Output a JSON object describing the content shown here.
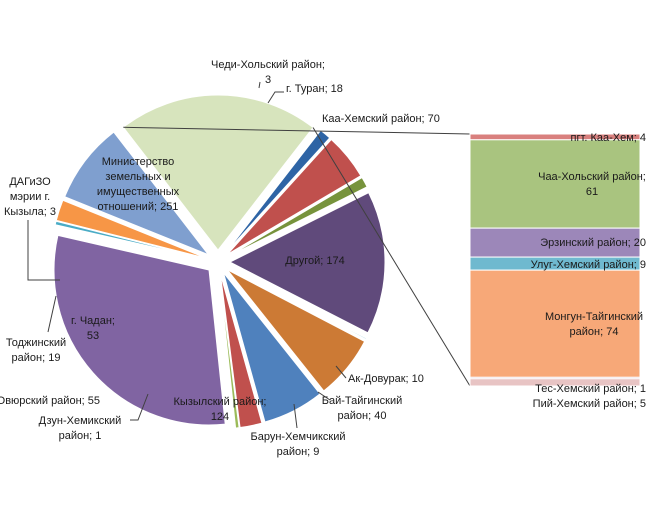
{
  "chart_data": {
    "type": "pie",
    "title": "",
    "main_slices": [
      {
        "label": "Министерство земельных и имущественных отношений",
        "value": 251,
        "color": "#8064a2"
      },
      {
        "label": "Чеди-Хольский район",
        "value": 3,
        "color": "#4bacc6"
      },
      {
        "label": "г. Туран",
        "value": 18,
        "color": "#f79646"
      },
      {
        "label": "Каа-Хемский район",
        "value": 70,
        "color": "#7f9fcf"
      },
      {
        "label": "Другой",
        "value": 174,
        "color": "#d7e4bd"
      },
      {
        "label": "Ак-Довурак",
        "value": 10,
        "color": "#2e64a5"
      },
      {
        "label": "Бай-Тайгинский район",
        "value": 40,
        "color": "#c0504d"
      },
      {
        "label": "Барун-Хемчикский район",
        "value": 9,
        "color": "#77933c"
      },
      {
        "label": "Кызылский район",
        "value": 124,
        "color": "#604a7b"
      },
      {
        "label": "Дзун-Хемикский район",
        "value": 1,
        "color": "#4bacc6"
      },
      {
        "label": "Овюрский район",
        "value": 55,
        "color": "#cc7a35"
      },
      {
        "label": "г. Чадан",
        "value": 53,
        "color": "#4f81bd"
      },
      {
        "label": "Тоджинский район",
        "value": 19,
        "color": "#c0504d"
      },
      {
        "label": "ДАГиЗО мэрии г. Кызыла",
        "value": 3,
        "color": "#9bbb59"
      }
    ],
    "other_breakdown": [
      {
        "label": "пгт. Каа-Хем",
        "value": 4,
        "color": "#d9807e"
      },
      {
        "label": "Чаа-Хольский район",
        "value": 61,
        "color": "#a9c47f"
      },
      {
        "label": "Эрзинский район",
        "value": 20,
        "color": "#9c87b9"
      },
      {
        "label": "Улуг-Хемский район",
        "value": 9,
        "color": "#6fb9cf"
      },
      {
        "label": "Монгун-Тайгинский район",
        "value": 74,
        "color": "#f7a878"
      },
      {
        "label": "Тес-Хемский район",
        "value": 1,
        "color": "#d0b0c0"
      },
      {
        "label": "Пий-Хемский район",
        "value": 5,
        "color": "#e8c4c4"
      }
    ]
  }
}
